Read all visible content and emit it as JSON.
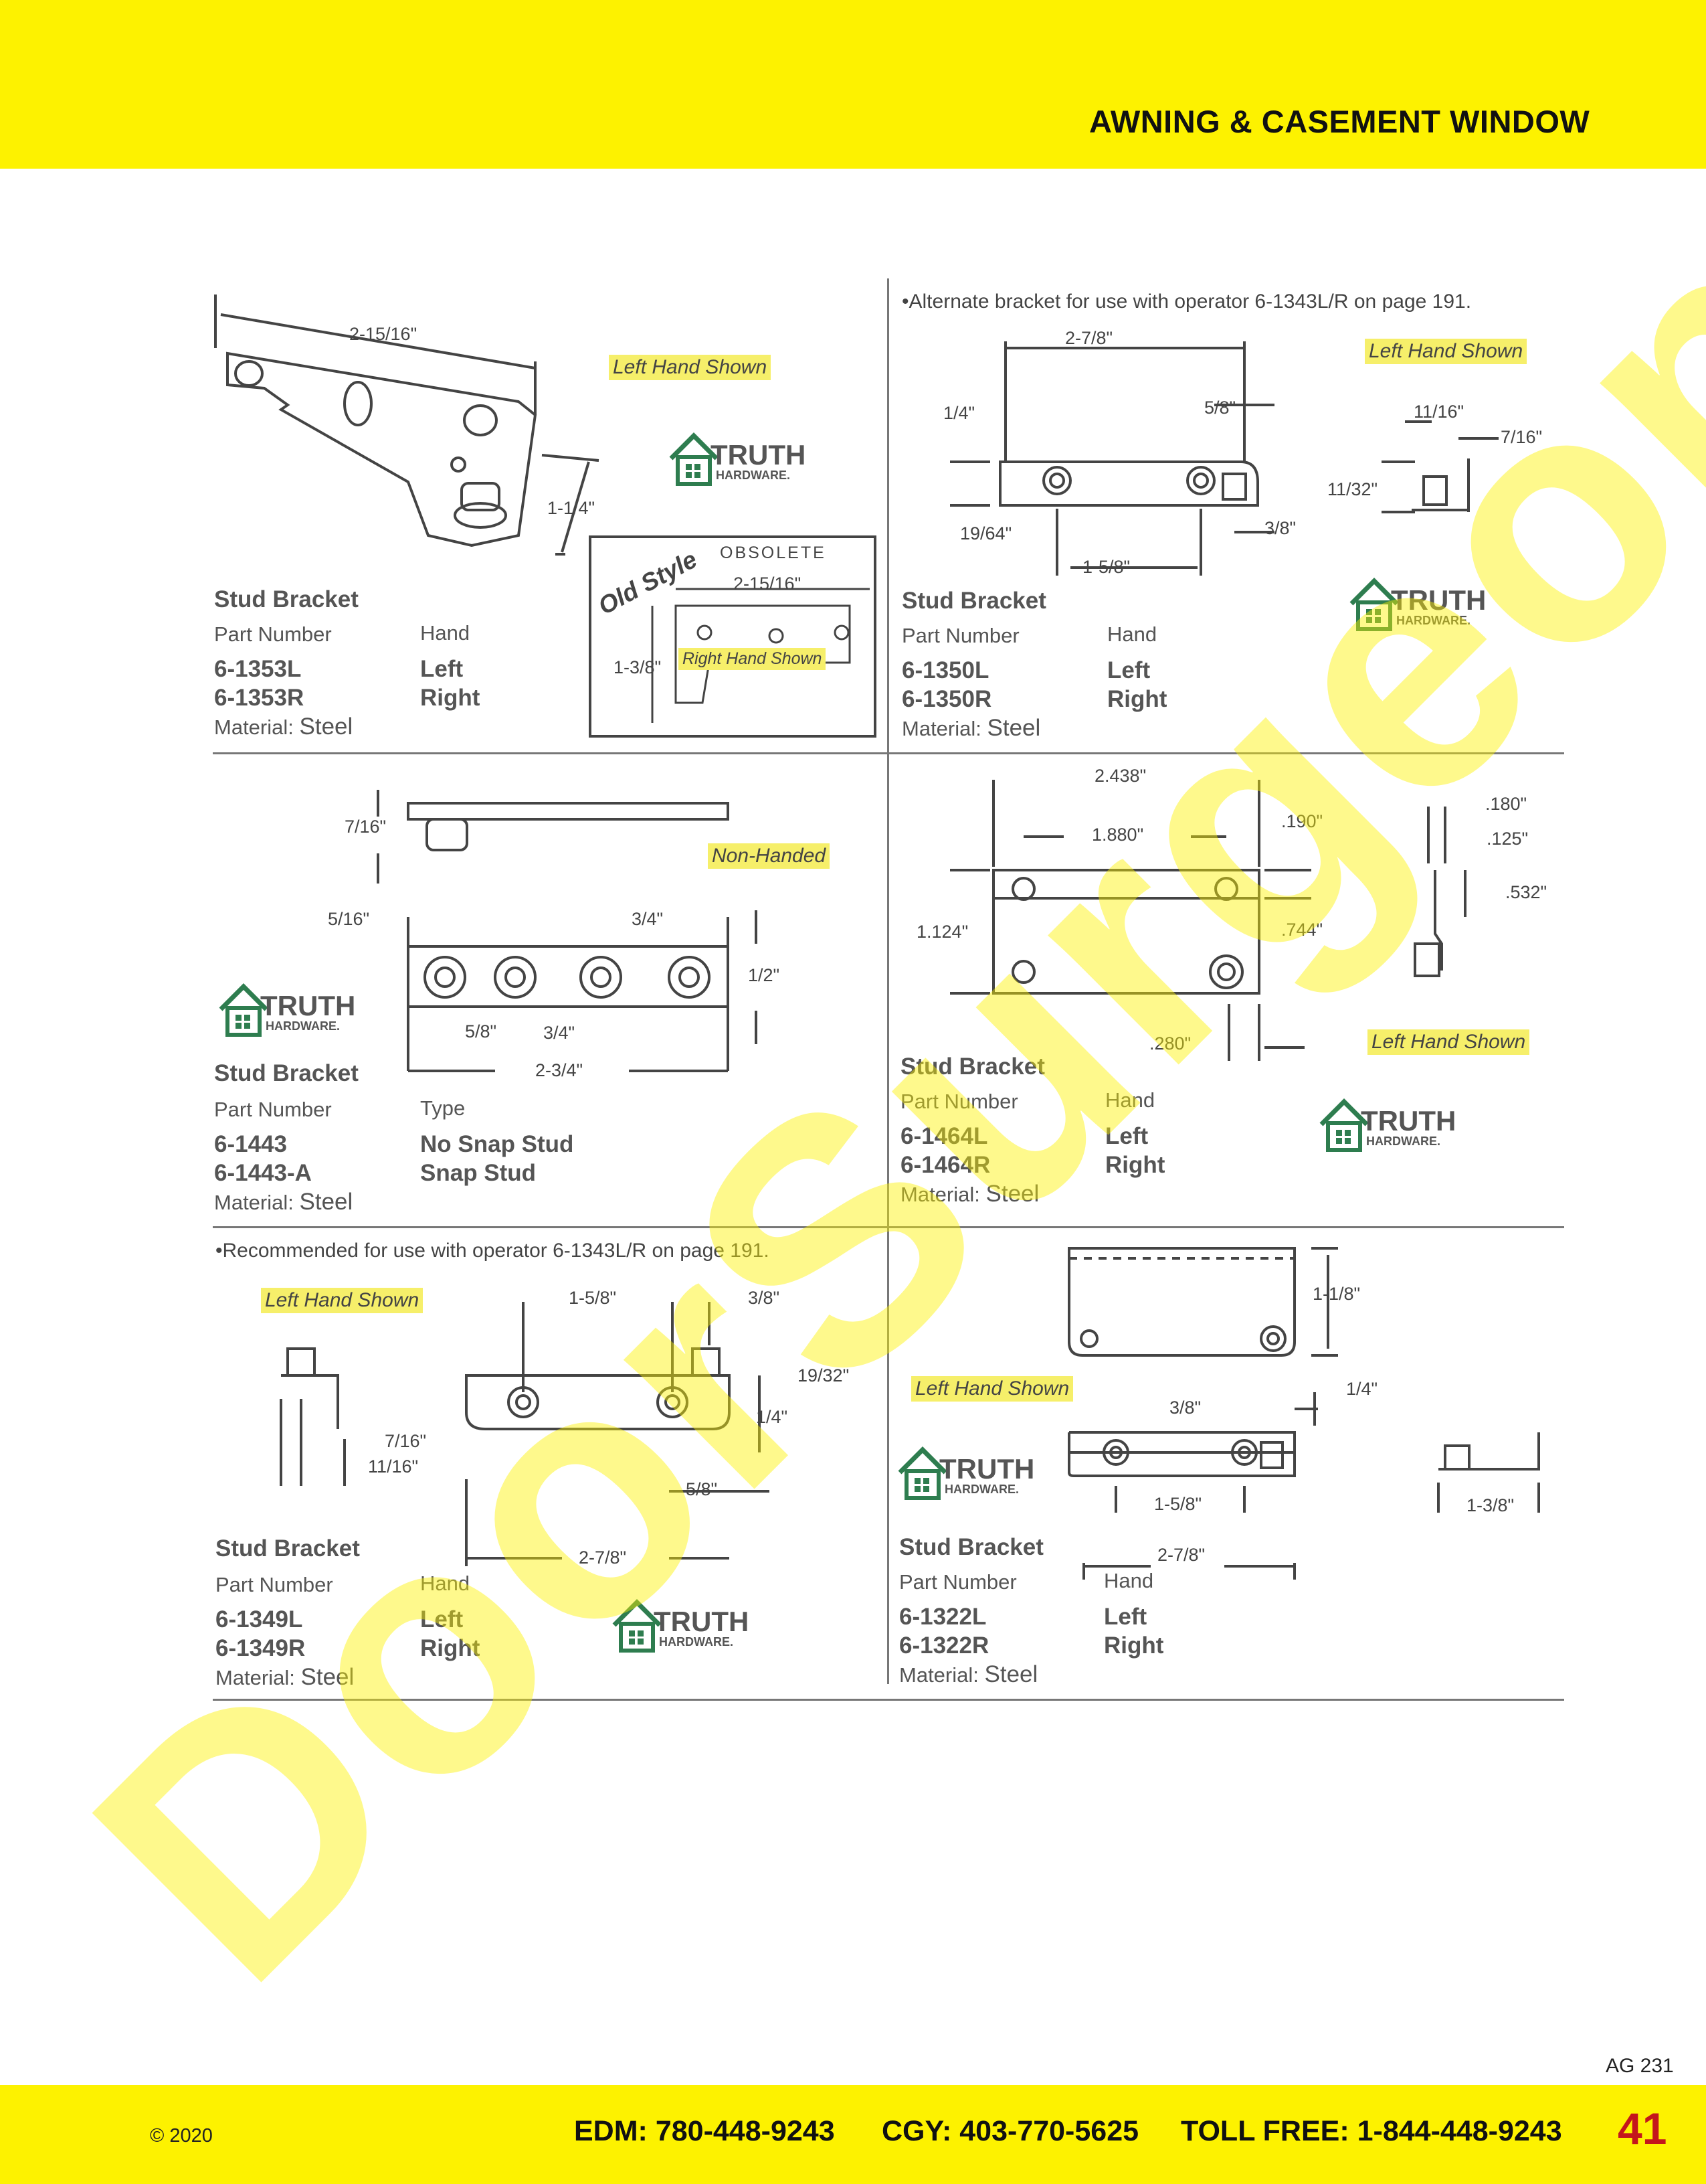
{
  "header": {
    "title": "AWNING & CASEMENT WINDOW"
  },
  "watermark": "DoorSurgeon.com",
  "logo": {
    "brand": "TRUTH",
    "sub": "HARDWARE."
  },
  "p1": {
    "title": "Stud Bracket",
    "col1": "Part Number",
    "col2": "Hand",
    "parts": [
      "6-1353L",
      "6-1353R"
    ],
    "values": [
      "Left",
      "Right"
    ],
    "material_label": "Material:",
    "material": "Steel",
    "shown": "Left Hand Shown",
    "dims": [
      "2-15/16\"",
      "1-1/4\""
    ],
    "old": {
      "tag": "Old Style",
      "obsolete": "OBSOLETE",
      "dim_w": "2-15/16\"",
      "dim_h": "1-3/8\"",
      "shown": "Right Hand Shown"
    }
  },
  "p2": {
    "note": "•Alternate bracket for use with operator 6-1343L/R on page 191.",
    "title": "Stud Bracket",
    "col1": "Part Number",
    "col2": "Hand",
    "parts": [
      "6-1350L",
      "6-1350R"
    ],
    "values": [
      "Left",
      "Right"
    ],
    "material_label": "Material:",
    "material": "Steel",
    "shown": "Left Hand Shown",
    "dims": [
      "2-7/8\"",
      "1/4\"",
      "5/8\"",
      "19/64\"",
      "3/8\"",
      "1-5/8\"",
      "11/16\"",
      "7/16\"",
      "11/32\""
    ]
  },
  "p3": {
    "title": "Stud Bracket",
    "col1": "Part Number",
    "col2": "Type",
    "parts": [
      "6-1443",
      "6-1443-A"
    ],
    "values": [
      "No Snap Stud",
      "Snap Stud"
    ],
    "material_label": "Material:",
    "material": "Steel",
    "shown": "Non-Handed",
    "dims": [
      "7/16\"",
      "5/16\"",
      "3/4\"",
      "1/2\"",
      "5/8\"",
      "3/4\"",
      "2-3/4\""
    ]
  },
  "p4": {
    "title": "Stud Bracket",
    "col1": "Part Number",
    "col2": "Hand",
    "parts": [
      "6-1464L",
      "6-1464R"
    ],
    "values": [
      "Left",
      "Right"
    ],
    "material_label": "Material:",
    "material": "Steel",
    "shown": "Left Hand Shown",
    "dims": [
      "2.438\"",
      "1.880\"",
      ".190\"",
      "1.124\"",
      ".744\"",
      ".280\"",
      ".180\"",
      ".125\"",
      ".532\""
    ]
  },
  "p5": {
    "note": "•Recommended for use with operator 6-1343L/R on page 191.",
    "title": "Stud Bracket",
    "col1": "Part Number",
    "col2": "Hand",
    "parts": [
      "6-1349L",
      "6-1349R"
    ],
    "values": [
      "Left",
      "Right"
    ],
    "material_label": "Material:",
    "material": "Steel",
    "shown": "Left Hand Shown",
    "dims": [
      "1-5/8\"",
      "3/8\"",
      "19/32\"",
      "1/4\"",
      "7/16\"",
      "11/16\"",
      "5/8\"",
      "2-7/8\""
    ]
  },
  "p6": {
    "title": "Stud Bracket",
    "col1": "Part Number",
    "col2": "Hand",
    "parts": [
      "6-1322L",
      "6-1322R"
    ],
    "values": [
      "Left",
      "Right"
    ],
    "material_label": "Material:",
    "material": "Steel",
    "shown": "Left Hand Shown",
    "dims": [
      "1-1/8\"",
      "3/8\"",
      "1/4\"",
      "1-5/8\"",
      "1-3/8\"",
      "2-7/8\""
    ]
  },
  "footer": {
    "copyright": "© 2020",
    "edm": "EDM: 780-448-9243",
    "cgy": "CGY: 403-770-5625",
    "tollfree": "TOLL FREE: 1-844-448-9243",
    "page": "41",
    "catalog": "AG 231"
  }
}
